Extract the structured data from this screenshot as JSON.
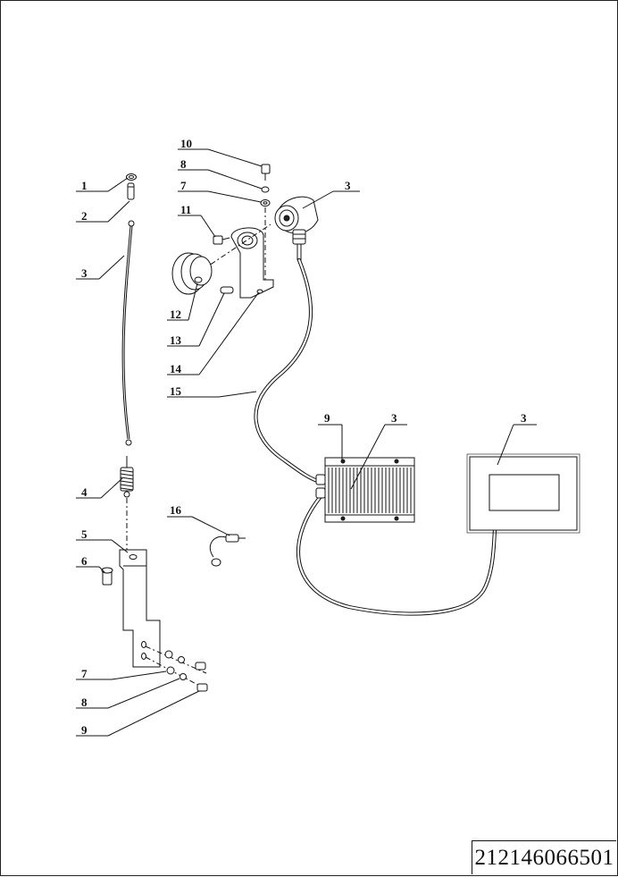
{
  "drawing_number": "212146066501",
  "callouts": [
    {
      "id": "c1",
      "label": "1"
    },
    {
      "id": "c2",
      "label": "2"
    },
    {
      "id": "c3a",
      "label": "3"
    },
    {
      "id": "c4",
      "label": "4"
    },
    {
      "id": "c5",
      "label": "5"
    },
    {
      "id": "c6",
      "label": "6"
    },
    {
      "id": "c7b",
      "label": "7"
    },
    {
      "id": "c8b",
      "label": "8"
    },
    {
      "id": "c9b",
      "label": "9"
    },
    {
      "id": "c10",
      "label": "10"
    },
    {
      "id": "c8a",
      "label": "8"
    },
    {
      "id": "c7a",
      "label": "7"
    },
    {
      "id": "c11",
      "label": "11"
    },
    {
      "id": "c12",
      "label": "12"
    },
    {
      "id": "c13",
      "label": "13"
    },
    {
      "id": "c14",
      "label": "14"
    },
    {
      "id": "c15",
      "label": "15"
    },
    {
      "id": "c3b",
      "label": "3"
    },
    {
      "id": "c9a",
      "label": "9"
    },
    {
      "id": "c3c",
      "label": "3"
    },
    {
      "id": "c3d",
      "label": "3"
    },
    {
      "id": "c16",
      "label": "16"
    }
  ]
}
